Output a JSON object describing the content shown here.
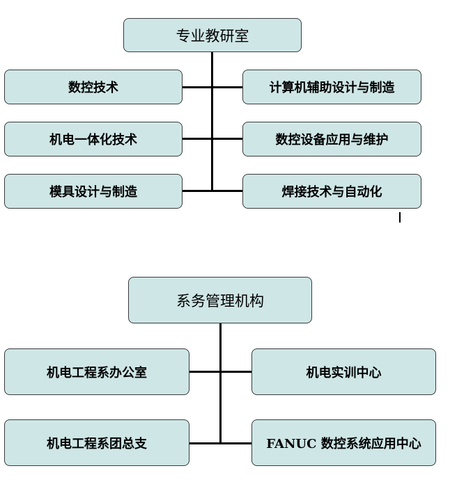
{
  "colors": {
    "node_fill": "#cfe6e6",
    "node_border": "#3a3a3a",
    "connector": "#000000"
  },
  "chart1": {
    "root": "专业教研室",
    "left": [
      "数控技术",
      "机电一体化技术",
      "模具设计与制造"
    ],
    "right": [
      "计算机辅助设计与制造",
      "数控设备应用与维护",
      "焊接技术与自动化"
    ]
  },
  "chart2": {
    "root": "系务管理机构",
    "left": [
      "机电工程系办公室",
      "机电工程系团总支"
    ],
    "right": [
      "机电实训中心",
      "FANUC 数控系统应用中心"
    ]
  }
}
